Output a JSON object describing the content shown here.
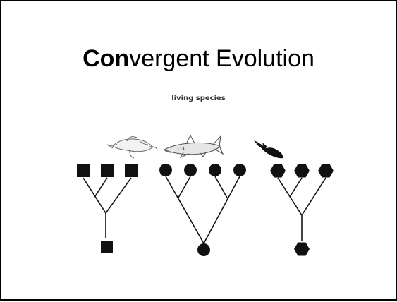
{
  "slide": {
    "title_bold": "Con",
    "title_rest": "vergent Evolution",
    "subtitle": "living species"
  },
  "groups": [
    {
      "id": "group-1",
      "shape": "square",
      "animal": "penguin-icon"
    },
    {
      "id": "group-2",
      "shape": "circle",
      "animal": "shark-icon"
    },
    {
      "id": "group-3",
      "shape": "hexagon",
      "animal": "bird-icon"
    }
  ],
  "colors": {
    "ink": "#111111",
    "sketch": "#555555"
  }
}
